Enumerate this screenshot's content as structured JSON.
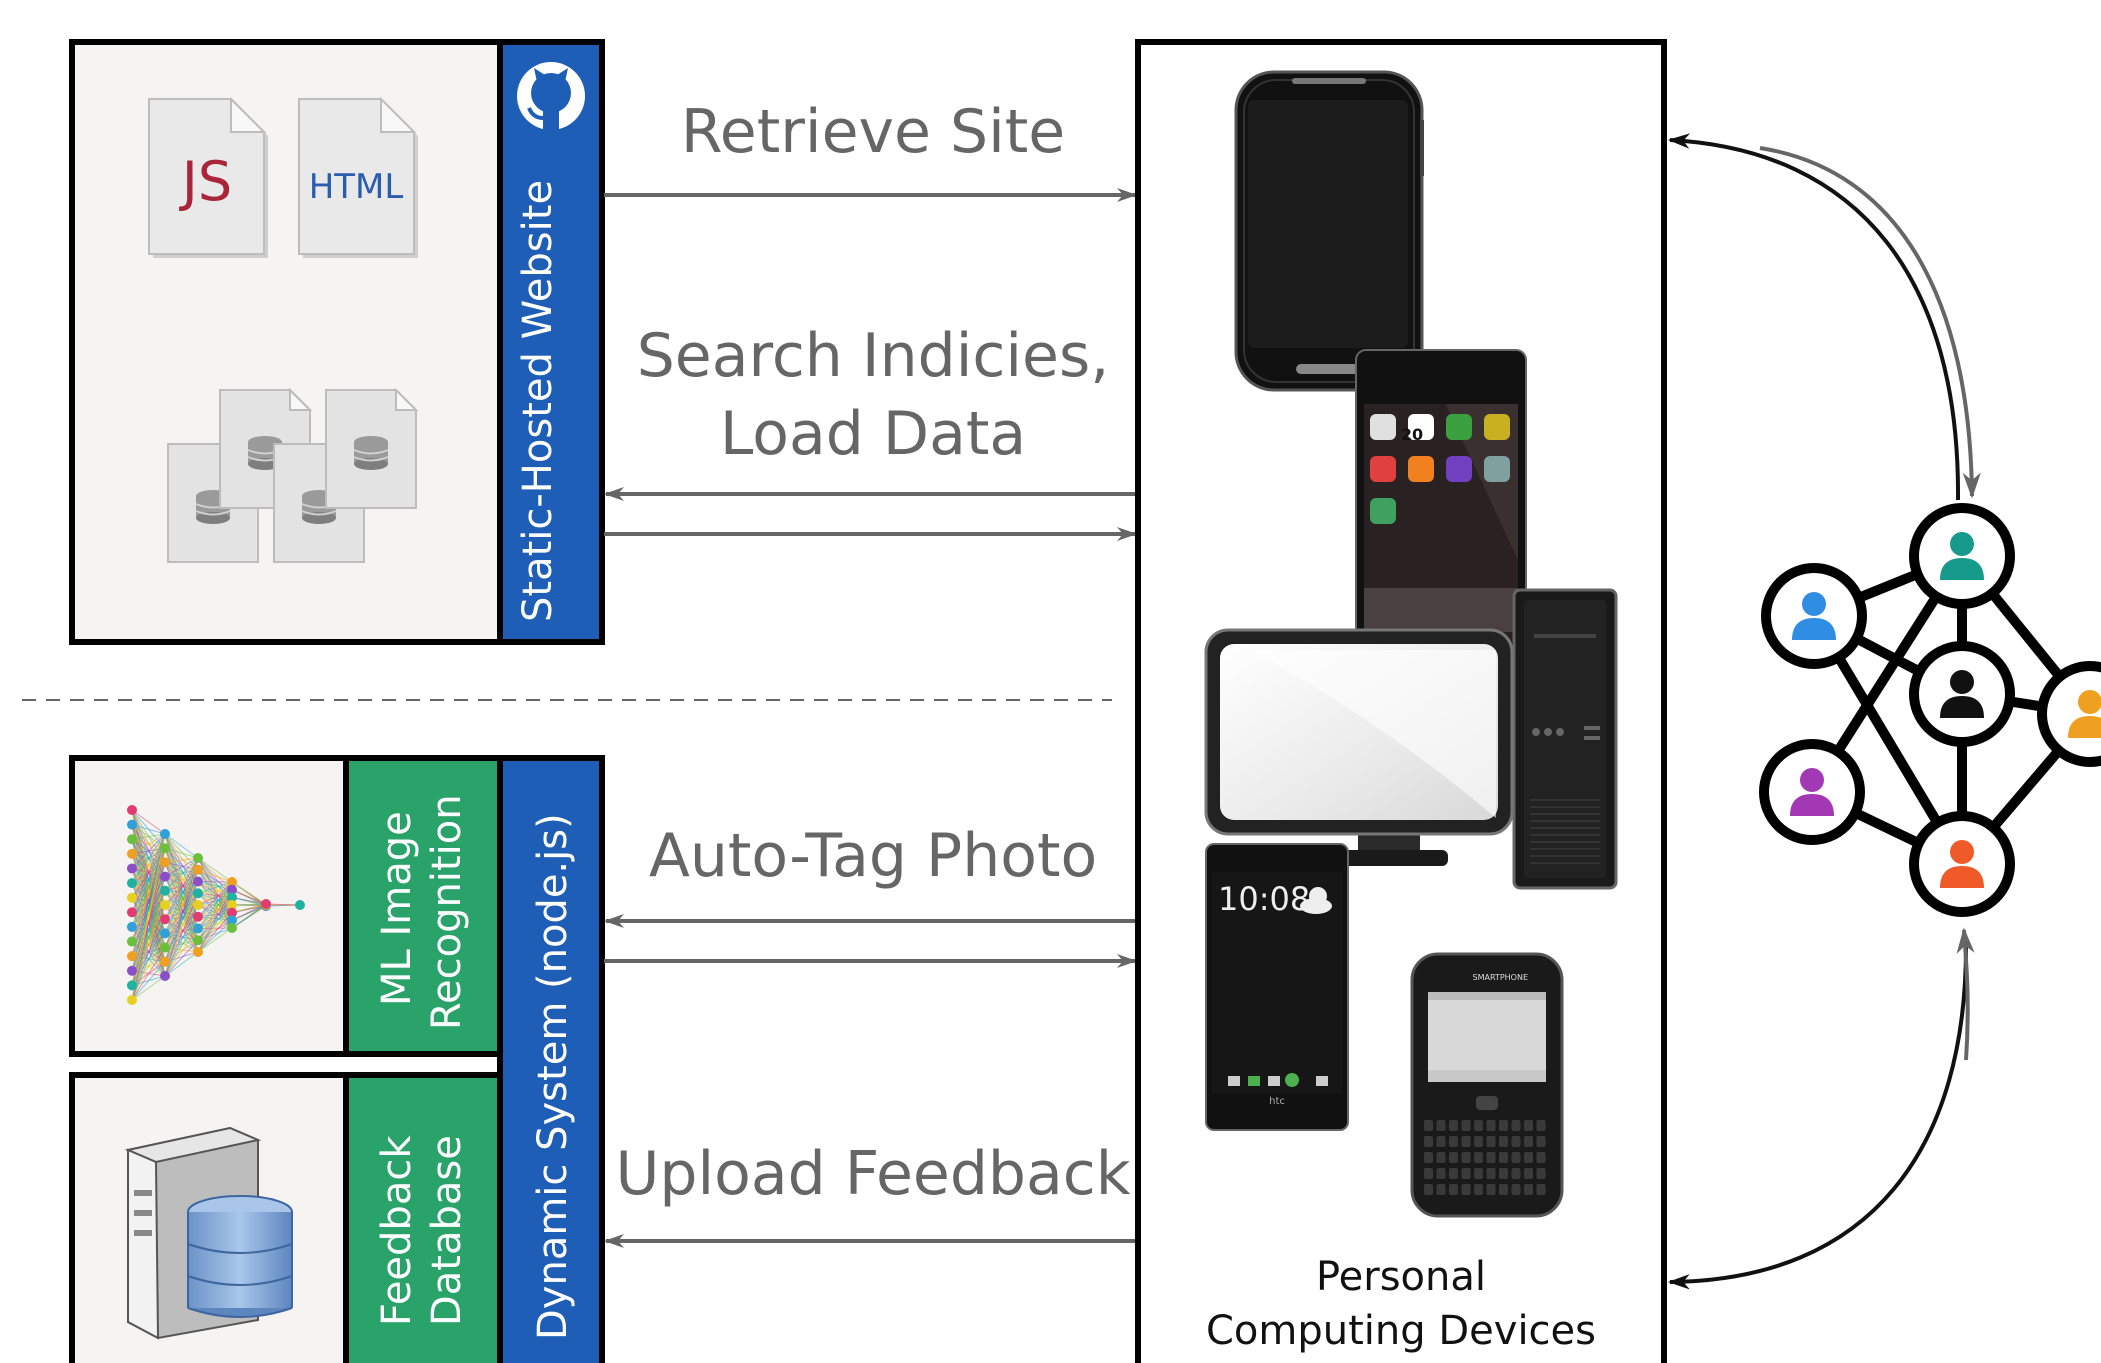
{
  "static_panel": {
    "side_label": "Static-Hosted Website",
    "file_js": "JS",
    "file_html": "HTML"
  },
  "dynamic_panel": {
    "side_label": "Dynamic System (node.js)",
    "ml_label_line1": "ML Image",
    "ml_label_line2": "Recognition",
    "db_label_line1": "Feedback",
    "db_label_line2": "Database"
  },
  "arrows": {
    "retrieve": "Retrieve Site",
    "search_line1": "Search Indicies,",
    "search_line2": "Load Data",
    "autotag": "Auto-Tag Photo",
    "upload": "Upload Feedback"
  },
  "devices": {
    "label_line1": "Personal",
    "label_line2": "Computing Devices",
    "phone_clock": "10:08",
    "phone_brand": "htc",
    "smartphone_brand": "SMARTPHONE",
    "calendar_day": "20"
  },
  "colors": {
    "blue": "#1f5eb6",
    "green": "#2aa36a",
    "arrow_gray": "#666666",
    "text_gray": "#666666",
    "panel_fill": "#f5f4f2",
    "file_red": "#a8253a",
    "file_blue": "#2a5db0",
    "user_colors": [
      "#2f8de4",
      "#159a8c",
      "#111111",
      "#f0a020",
      "#a338b4",
      "#f05a28"
    ]
  }
}
